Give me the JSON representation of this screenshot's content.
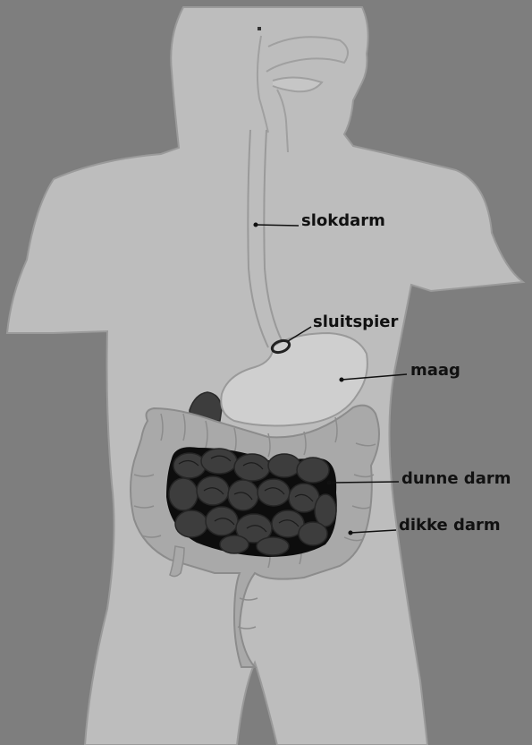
{
  "labels": {
    "esophagus": "slokdarm",
    "sphincter": "sluitspier",
    "stomach": "maag",
    "small_intestine": "dunne darm",
    "large_intestine": "dikke darm"
  },
  "colors": {
    "background": "#7e7e7e",
    "body": "#bdbdbd",
    "outline": "#9a9a9a",
    "stomach": "#cfcfcf",
    "large_intestine": "#a9a9a9",
    "small_intestine": "#3d3d3d",
    "shadow": "#0d0d0d",
    "text": "#111111"
  }
}
